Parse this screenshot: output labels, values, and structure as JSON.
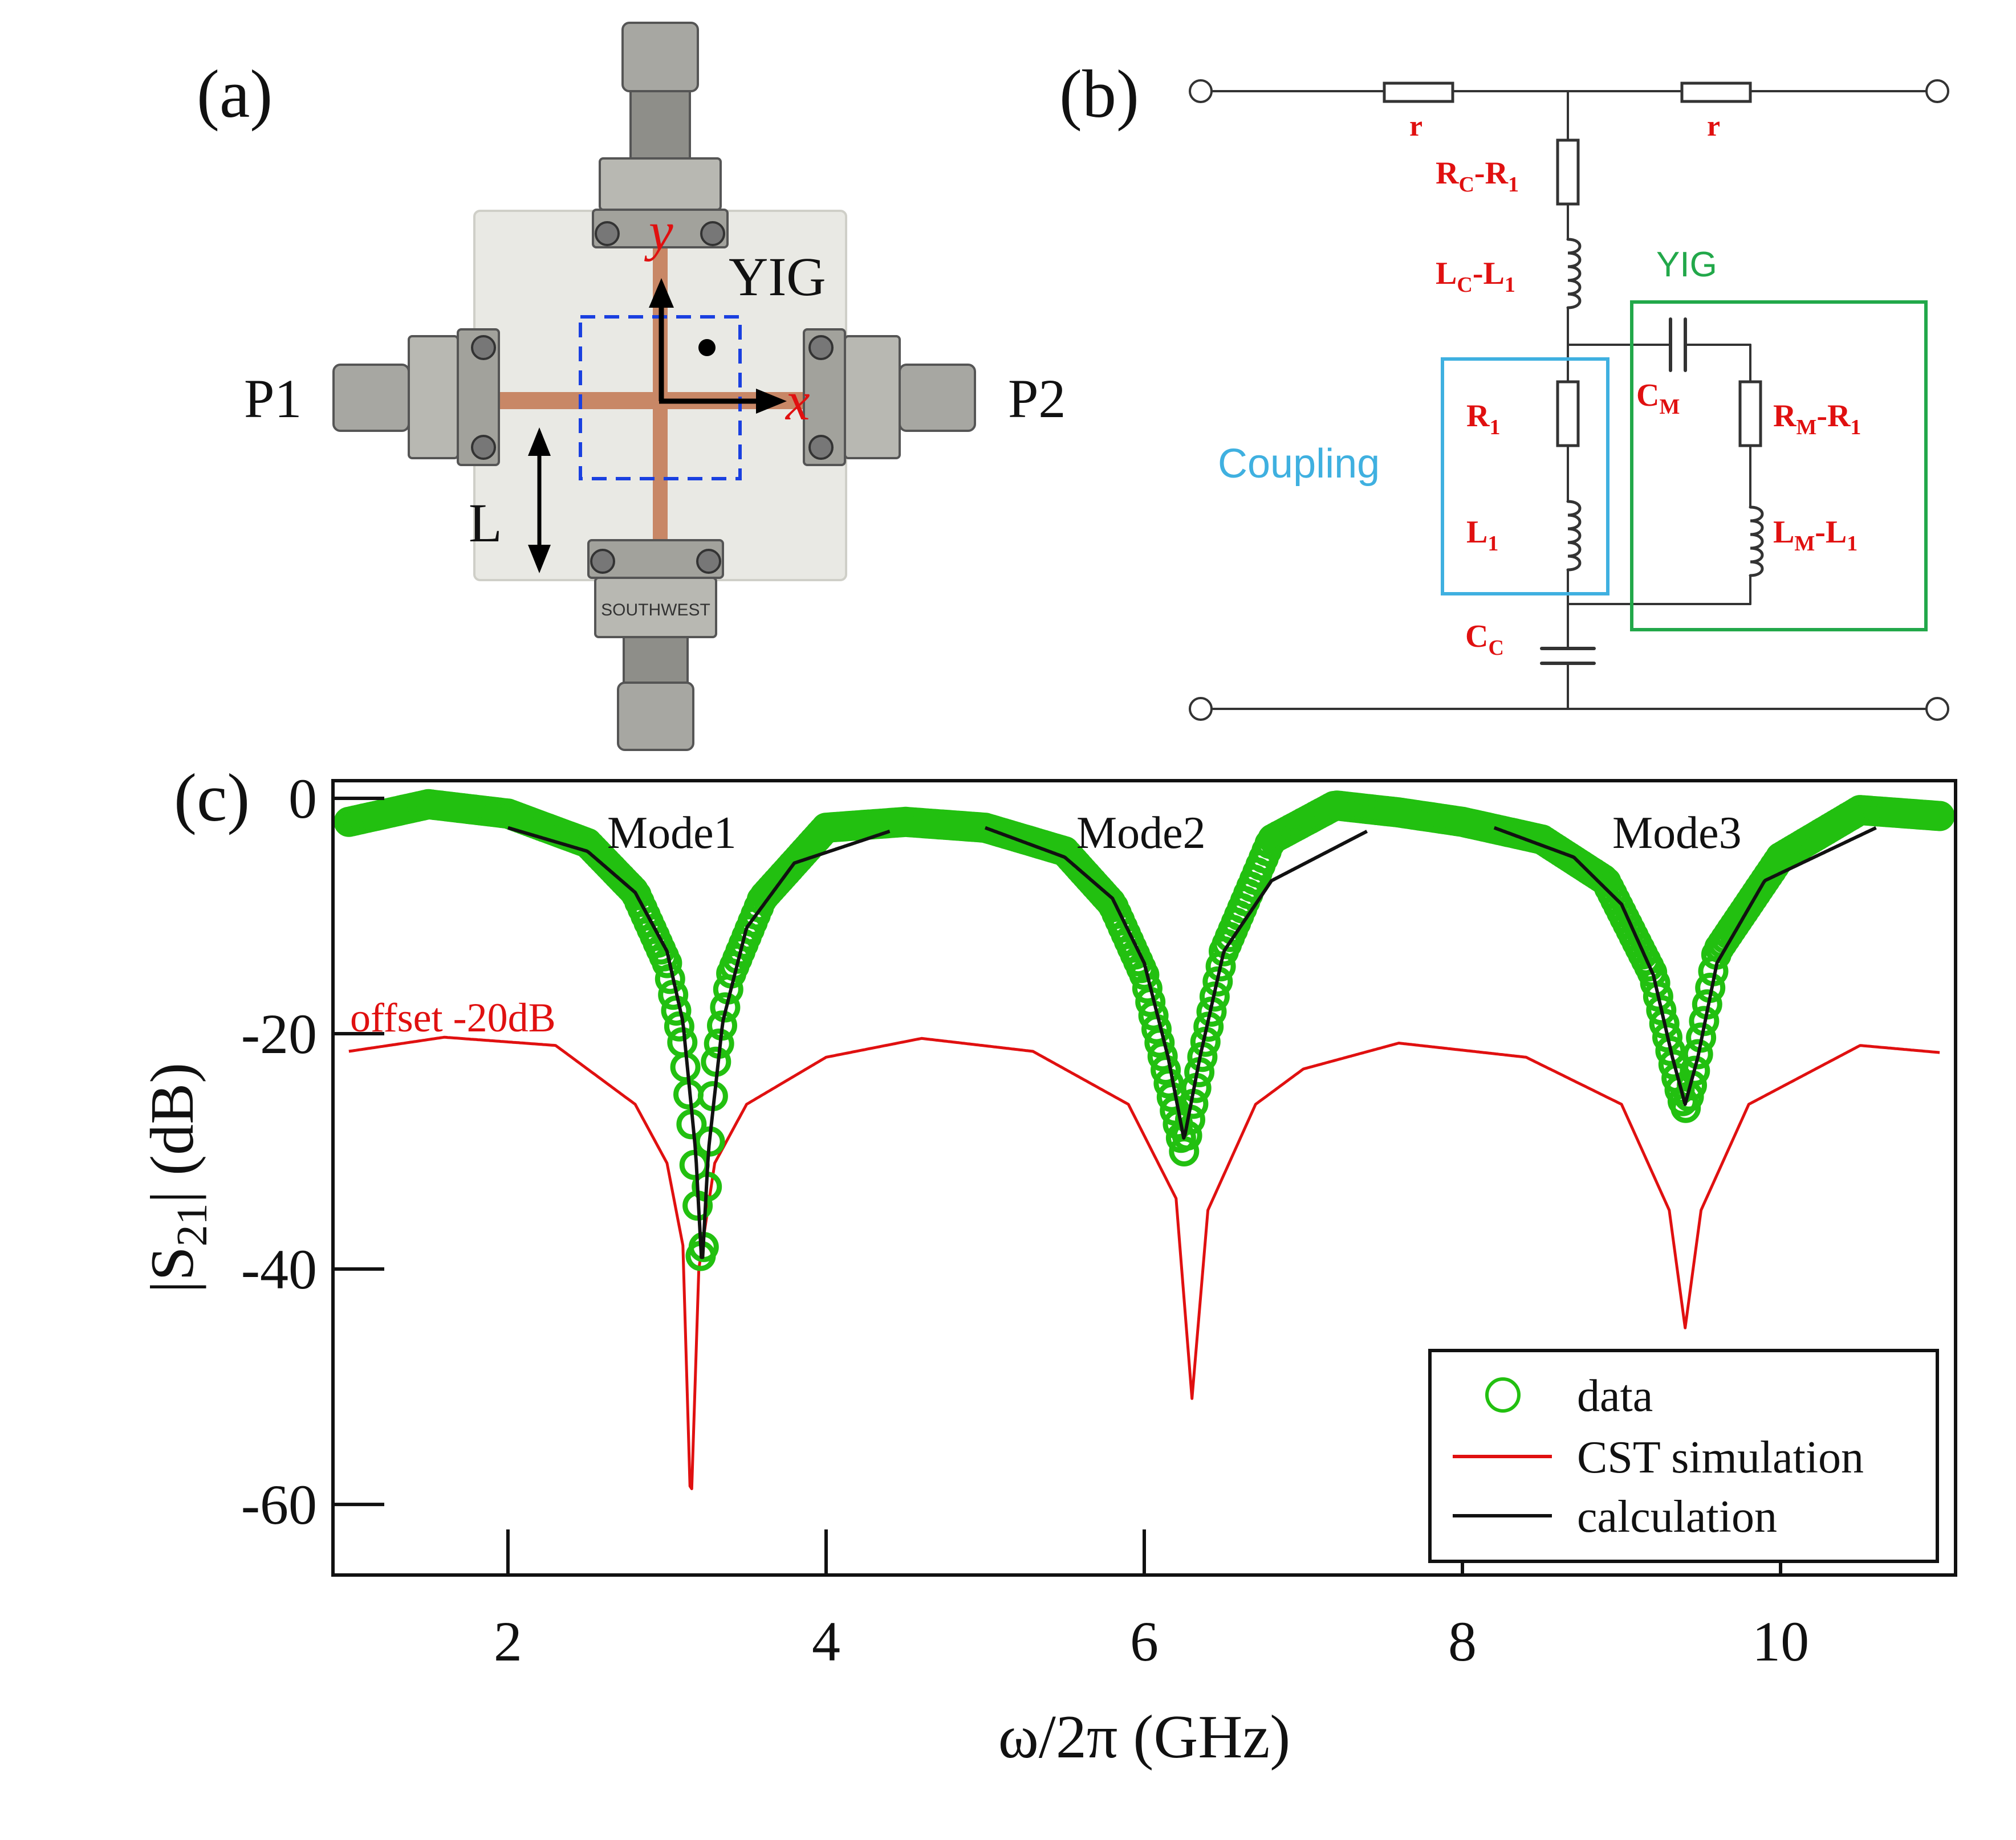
{
  "panels": {
    "a": {
      "label": "(a)",
      "axis_x": "x",
      "axis_y": "y",
      "yig_label": "YIG",
      "port1": "P1",
      "port2": "P2",
      "length_label": "L",
      "connector_text": "SOUTHWEST",
      "colors": {
        "board": "#e9e9e4",
        "trace": "#c88766",
        "axis_label": "#e01010",
        "dashed_box": "#1a40e0"
      }
    },
    "b": {
      "label": "(b)",
      "r_left": "r",
      "r_right": "r",
      "rc": {
        "main": "R",
        "sub": "C",
        "mid": "-R",
        "sub2": "1"
      },
      "lc": {
        "main": "L",
        "sub": "C",
        "mid": "-L",
        "sub2": "1"
      },
      "yig": "YIG",
      "r1": {
        "main": "R",
        "sub": "1"
      },
      "l1": {
        "main": "L",
        "sub": "1"
      },
      "cm": {
        "main": "C",
        "sub": "M"
      },
      "rm": {
        "main": "R",
        "sub": "M",
        "mid": "-R",
        "sub2": "1"
      },
      "lm": {
        "main": "L",
        "sub": "M",
        "mid": "-L",
        "sub2": "1"
      },
      "cc": {
        "main": "C",
        "sub": "C"
      },
      "coupling": "Coupling",
      "colors": {
        "coupling_box": "#3fb0e0",
        "yig_box": "#22a84a",
        "labels": "#e01010"
      }
    },
    "c": {
      "label": "(c)"
    }
  },
  "chart_data": {
    "type": "line",
    "xlabel": "ω/2π (GHz)",
    "ylabel": {
      "main": "|S",
      "sub": "21",
      "tail": "| (dB)"
    },
    "xlim": [
      0.9,
      11.1
    ],
    "ylim": [
      -66,
      1.5
    ],
    "xticks": [
      2,
      4,
      6,
      8,
      10
    ],
    "yticks": [
      0,
      -20,
      -40,
      -60
    ],
    "grid": false,
    "legend_position": "bottom-right",
    "annotations": [
      "Mode1",
      "Mode2",
      "Mode3",
      "offset -20dB"
    ],
    "series": [
      {
        "name": "data",
        "style": "circles",
        "color": "#22c010",
        "dips": [
          {
            "f0": 3.22,
            "depth": -41.0,
            "w": 0.075
          },
          {
            "f0": 6.25,
            "depth": -30.0,
            "w": 0.09
          },
          {
            "f0": 9.4,
            "depth": -26.5,
            "w": 0.085
          }
        ],
        "x": [
          1.0,
          1.5,
          2.0,
          2.5,
          2.8,
          3.0,
          3.1,
          3.15,
          3.2,
          3.22,
          3.25,
          3.3,
          3.4,
          3.6,
          4.0,
          4.5,
          5.0,
          5.5,
          5.8,
          6.0,
          6.15,
          6.25,
          6.35,
          6.5,
          6.8,
          7.2,
          7.6,
          8.0,
          8.5,
          8.9,
          9.2,
          9.35,
          9.4,
          9.45,
          9.6,
          10.0,
          10.5,
          11.0
        ],
        "y": [
          -2.0,
          -0.5,
          -1.3,
          -3.8,
          -8,
          -14,
          -21,
          -27,
          -36,
          -41,
          -33,
          -23,
          -15,
          -8.5,
          -2.5,
          -2.0,
          -2.5,
          -4.5,
          -9,
          -15,
          -24,
          -30,
          -23,
          -13,
          -3.5,
          -0.6,
          -1.2,
          -2.0,
          -3.5,
          -7,
          -15,
          -24,
          -26.5,
          -24,
          -13,
          -5,
          -1.0,
          -1.5
        ]
      },
      {
        "name": "CST simulation",
        "style": "line",
        "color": "#e01010",
        "x": [
          1.0,
          1.6,
          2.3,
          2.8,
          3.0,
          3.1,
          3.15,
          3.2,
          3.3,
          3.5,
          4.0,
          4.6,
          5.3,
          5.9,
          6.2,
          6.3,
          6.4,
          6.7,
          7.0,
          7.6,
          8.4,
          9.0,
          9.3,
          9.4,
          9.5,
          9.8,
          10.5,
          11.0
        ],
        "y": [
          -21.5,
          -20.3,
          -21.0,
          -26,
          -31,
          -38,
          -61,
          -40,
          -31,
          -26,
          -22,
          -20.4,
          -21.5,
          -26,
          -34,
          -51,
          -35,
          -26,
          -23,
          -20.8,
          -22,
          -26,
          -35,
          -45,
          -35,
          -26,
          -21,
          -21.6
        ]
      },
      {
        "name": "calculation",
        "style": "line",
        "color": "#111111",
        "segments": [
          {
            "x": [
              2.0,
              2.5,
              2.8,
              3.0,
              3.1,
              3.18,
              3.22,
              3.26,
              3.35,
              3.5,
              3.8,
              4.4
            ],
            "y": [
              -2.5,
              -4.5,
              -8,
              -13,
              -19,
              -30,
              -40,
              -30,
              -19,
              -11,
              -5.5,
              -2.8
            ]
          },
          {
            "x": [
              5.0,
              5.5,
              5.8,
              6.0,
              6.15,
              6.25,
              6.35,
              6.5,
              6.8,
              7.4
            ],
            "y": [
              -2.5,
              -5.0,
              -8.5,
              -14,
              -22,
              -29,
              -22,
              -13,
              -7,
              -2.8
            ]
          },
          {
            "x": [
              8.2,
              8.7,
              9.0,
              9.2,
              9.32,
              9.4,
              9.48,
              9.6,
              9.9,
              10.6
            ],
            "y": [
              -2.5,
              -5.0,
              -9,
              -15,
              -22,
              -26,
              -22,
              -14,
              -7,
              -2.5
            ]
          }
        ]
      }
    ]
  }
}
